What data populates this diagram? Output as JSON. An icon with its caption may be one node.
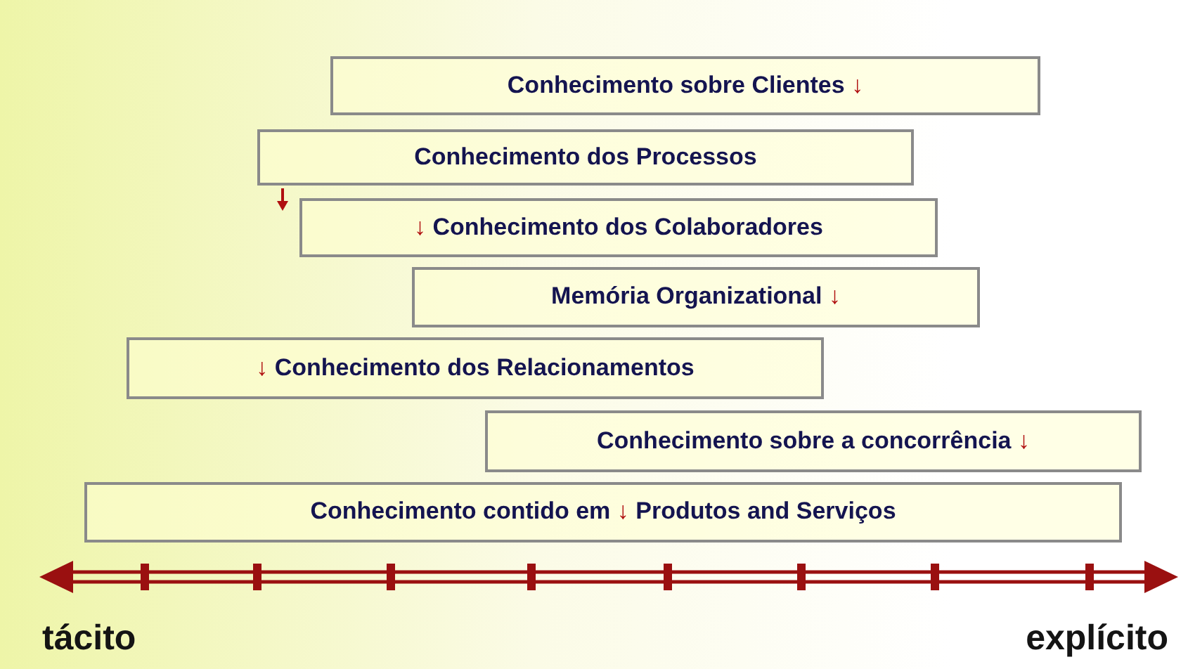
{
  "diagram": {
    "nodes": [
      {
        "text": [
          "Conhecimento sobre Clientes ↓"
        ]
      },
      {
        "text": [
          "Conhecimento dos Processos"
        ]
      },
      {
        "text": [
          "↓ Conhecimento dos Colaboradores"
        ]
      },
      {
        "text": [
          "Memória Organizational ↓"
        ]
      },
      {
        "text": [
          "↓ Conhecimento dos Relacionamentos"
        ]
      },
      {
        "text": [
          "Conhecimento sobre a concorrência ↓"
        ]
      },
      {
        "text": [
          "Conhecimento contido em ↓ Produtos and Serviços"
        ]
      }
    ],
    "labels": [
      "tácito",
      "explícito"
    ]
  }
}
